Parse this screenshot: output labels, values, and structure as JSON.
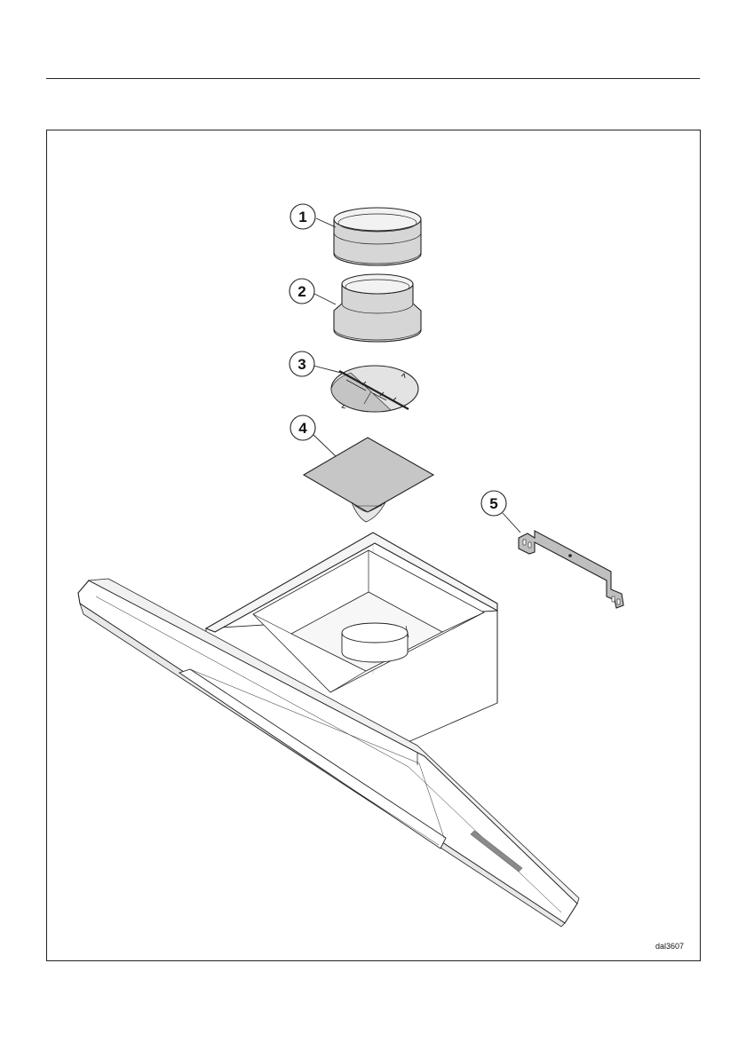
{
  "figure": {
    "code": "dal3607",
    "callouts": [
      {
        "number": "1",
        "part": "connector-ring-large"
      },
      {
        "number": "2",
        "part": "connector-ring-reducer"
      },
      {
        "number": "3",
        "part": "non-return-flap"
      },
      {
        "number": "4",
        "part": "adhesive-pad"
      },
      {
        "number": "5",
        "part": "mounting-bracket"
      }
    ]
  },
  "colors": {
    "line": "#222222",
    "part_fill": "#cfcfcf",
    "part_fill_dark": "#b4b4b4",
    "accent_strip": "#888888"
  }
}
